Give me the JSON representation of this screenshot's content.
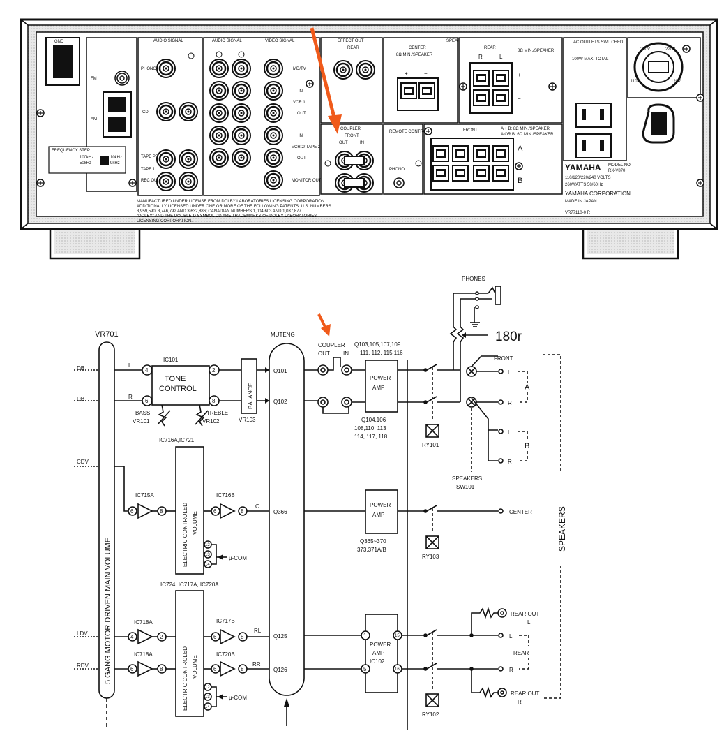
{
  "colors": {
    "ink": "#111111",
    "accent": "#f05a1a",
    "paper": "#ffffff"
  },
  "panel": {
    "gnd": "GND",
    "audio_signal": "AUDIO SIGNAL",
    "video_signal": "VIDEO SIGNAL",
    "effect_out": "EFFECT OUT",
    "rear_small": "REAR",
    "speakers": "SPEAKERS",
    "center": "CENTER",
    "center_imp": "8Ω MIN./SPEAKER",
    "rear_imp": "8Ω MIN./SPEAKER",
    "rear": "REAR",
    "ac_outlets": "AC OUTLETS SWITCHED",
    "ac_total": "100W MAX. TOTAL",
    "phono": "PHONO",
    "cd": "CD",
    "tape_pb": "TAPE PB",
    "tape1": "TAPE 1",
    "rec_out": "REC OUT",
    "md_tv": "MD/TV",
    "in": "IN",
    "vcr1": "VCR 1",
    "out": "OUT",
    "vcr2": "VCR 2/ TAPE 2",
    "monitor_out": "MONITOR OUT",
    "coupler": "COUPLER",
    "front": "FRONT",
    "c_out": "OUT",
    "c_in": "IN",
    "remote_control": "REMOTE CONTROL",
    "phono2": "PHONO",
    "front_imp_a": "A + B: 8Ω MIN./SPEAKER",
    "front_imp_b": "A OR B: 6Ω MIN./SPEAKER",
    "spk_a": "A",
    "spk_b": "B",
    "fm": "FM",
    "am": "AM",
    "freq_step": "FREQUENCY STEP",
    "khz100": "100kHz",
    "khz50": "50kHz",
    "khz10": "10kHz",
    "khz9": "9kHz",
    "yamaha": "YAMAHA",
    "model_no": "MODEL NO.",
    "model": "RX-V870",
    "volts": "110/120/220/240 VOLTS",
    "watts": "260WATTS 50/60Hz",
    "corporation": "YAMAHA CORPORATION",
    "made_in": "MADE IN JAPAN",
    "vr_code": "VR77110-0 R",
    "dolby1": "MANUFACTURED UNDER LICENSE FROM DOLBY LABORATORIES LICENSING CORPORATION.",
    "dolby2": "ADDITIONALLY LICENSED UNDER ONE OR MORE OF THE FOLLOWING PATENTS: U.S. NUMBERS",
    "dolby3": "3,959,590; 3,746,792 AND 3,632,886; CANADIAN NUMBERS 1,004,603 AND 1,037,877.",
    "dolby4": "\"DOLBY\" AND THE DOUBLE-D SYMBOL DD ARE TRADEMARKS OF DOLBY LABORATORIES",
    "dolby5": "LICENSING CORPORATION."
  },
  "schematic": {
    "vr701": "VR701",
    "main_volume": "5 GANG MOTOR DRIVEN MAIN VOLUME",
    "in_l": "DB",
    "in_r": "DB",
    "in_c": "CDV",
    "in_rl": "LDV",
    "in_rr": "RDV",
    "ic101": "IC101",
    "tone1": "TONE",
    "tone2": "CONTROL",
    "pin_l": "L",
    "pin_r": "R",
    "bass": "BASS",
    "vr101": "VR101",
    "treble": "TREBLE",
    "vr102": "VR102",
    "balance": "BALANCE",
    "vr103": "VR103",
    "muteng": "MUTENG",
    "q101": "Q101",
    "q102": "Q102",
    "q366": "Q366",
    "q125": "Q125",
    "q126": "Q126",
    "coupler": "COUPLER",
    "c_out": "OUT",
    "c_in": "IN",
    "q_top1": "Q103,105,107,109",
    "q_top2": "111, 112, 115,116",
    "q_bot1": "Q104,106",
    "q_bot2": "108,110, 113",
    "q_bot3": "114, 117, 118",
    "power": "POWER",
    "amp": "AMP",
    "ry101": "RY101",
    "ry103": "RY103",
    "ry102": "RY102",
    "phones": "PHONES",
    "r180": "180r",
    "front": "FRONT",
    "out_l": "L",
    "out_r": "R",
    "a": "A",
    "b": "B",
    "speakers_sw": "SPEAKERS",
    "sw101": "SW101",
    "speakers": "SPEAKERS",
    "ic716a": "IC716A,IC721",
    "ecv1": "ELECTRIC CONTROLED",
    "ecv2": "VOLUME",
    "ic715a": "IC715A",
    "ic716b": "IC716B",
    "net_c": "C",
    "ucom": "μ-COM",
    "q_c1": "Q365~370",
    "q_c2": "373,371A/B",
    "center": "CENTER",
    "ic724": "IC724, IC717A, IC720A",
    "ic718a_1": "IC718A",
    "ic718a_2": "IC718A",
    "ic717b": "IC717B",
    "ic720b": "IC720B",
    "net_rl": "RL",
    "net_rr": "RR",
    "ic102": "IC102",
    "rear_out": "REAR OUT",
    "rear": "REAR",
    "pin2": "2",
    "pin4": "4",
    "pin6": "6",
    "pin8": "8",
    "pin1": "1",
    "pin5": "5",
    "pin12": "12",
    "pin13": "13",
    "pin14": "14",
    "pin15": "15",
    "pin16": "16"
  }
}
